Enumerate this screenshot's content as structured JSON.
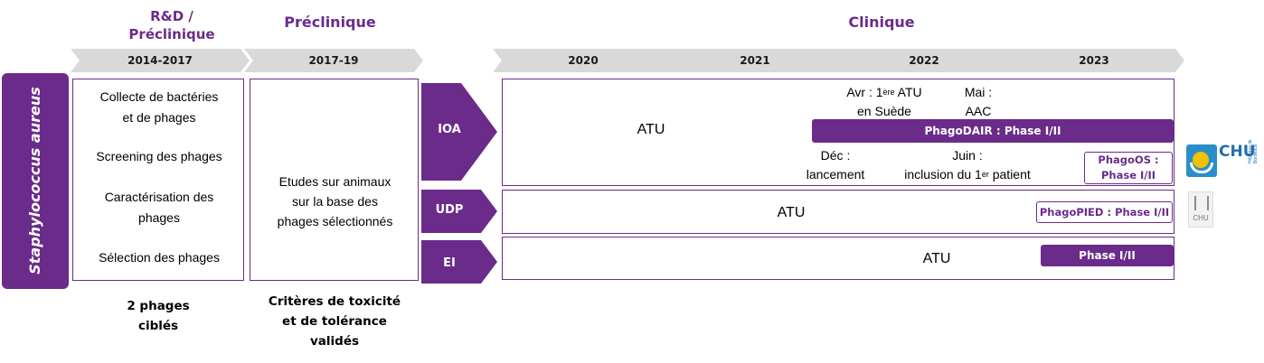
{
  "phases": {
    "rd": "R&D /",
    "rd2": "Préclinique",
    "preclin": "Préclinique",
    "clinic": "Clinique"
  },
  "timeline": [
    "2014-2017",
    "2017-19",
    "2020",
    "2021",
    "2022",
    "2023"
  ],
  "organism": "Staphylococcus aureus",
  "rd_box": {
    "items": [
      "Collecte de bactéries",
      "et de phages",
      "Screening des phages",
      "Caractérisation des",
      "phages",
      "Sélection des phages"
    ]
  },
  "preclin_box": {
    "lines": [
      "Etudes sur animaux",
      "sur la base des",
      "phages sélectionnés"
    ]
  },
  "rd_result": [
    "2 phages",
    "ciblés"
  ],
  "preclin_result": [
    "Critères de toxicité",
    "et de tolérance",
    "validés"
  ],
  "indications": [
    "IOA",
    "UDP",
    "EI"
  ],
  "ioa": {
    "atu": "ATU",
    "note_avr_a": "Avr : 1",
    "note_avr_sup": "ère",
    "note_avr_b": " ATU",
    "note_avr_2": "en Suède",
    "note_mai": "Mai :",
    "note_mai_2": "AAC",
    "trial": "PhagoDAIR : Phase I/II",
    "note_dec": "Déc :",
    "note_dec_2": "lancement",
    "note_juin": "Juin :",
    "note_juin_2a": "inclusion du 1",
    "note_juin_sup": "er",
    "note_juin_2b": " patient",
    "phagoos_1": "PhagoOS :",
    "phagoos_2": "Phase I/II"
  },
  "udp": {
    "atu": "ATU",
    "trial": "PhagoPIED : Phase I/II"
  },
  "ei": {
    "atu": "ATU",
    "trial": "Phase I/II"
  },
  "logos": {
    "chu_bordeaux": "CHU",
    "chu_bordeaux_sub": "Hôpitaux de Bordeaux",
    "chu2": "CHU"
  },
  "colors": {
    "accent": "#6b2b8a",
    "chevron": "#d9d9d9"
  }
}
